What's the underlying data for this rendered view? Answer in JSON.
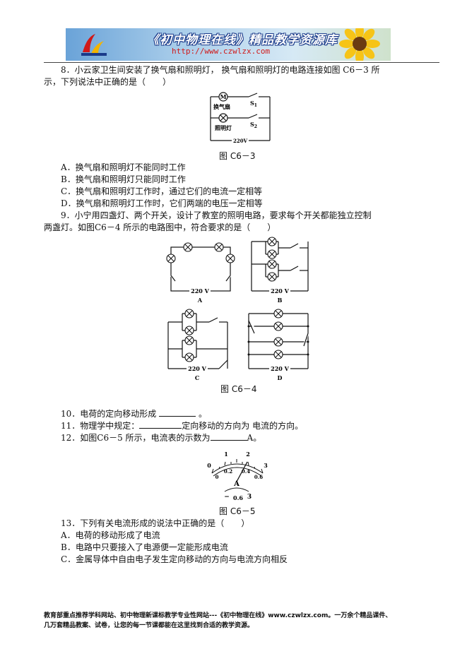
{
  "header": {
    "title": "《初中物理在线》精品教学资源库",
    "url": "http://www.czwlzx.com"
  },
  "q8": {
    "line1": "8．小云家卫生间安装了换气扇和照明灯， 换气扇和照明灯的电路连接如图 C6－3 所",
    "line2": "示，下列说法中正确的是（　　）",
    "fig_labels": {
      "motor": "M",
      "fan": "换气扇",
      "lamp": "照明灯",
      "s1": "S",
      "s1_sub": "1",
      "s2": "S",
      "s2_sub": "2",
      "voltage": "220V"
    },
    "caption": "图 C6－3",
    "options": [
      "A．换气扇和照明灯不能同时工作",
      "B．换气扇和照明灯只能同时工作",
      "C．换气扇和照明灯工作时，通过它们的电流一定相等",
      "D．换气扇和照明灯工作时，它们两端的电压一定相等"
    ]
  },
  "q9": {
    "line1": "9．小宁用四盏灯、两个开关，设计了教室的照明电路，要求每个开关都能独立控制",
    "line2": "两盏灯。如图C6－4 所示的电路图中，符合要求的是（　　）",
    "fig_labels": {
      "a": "A",
      "b": "B",
      "c": "C",
      "d": "D",
      "voltage": "220 V"
    },
    "caption": "图 C6－4"
  },
  "q10": {
    "pre": "10．电荷的定向移动形成",
    "post": "。"
  },
  "q11": {
    "pre": "11．物理学中规定：",
    "post": "定向移动的方向为 电流的方向。"
  },
  "q12": {
    "pre": "12．如图C6－5 所示，电流表的示数为",
    "post": "A。",
    "meter": {
      "upper_scale": [
        "0",
        "1",
        "2",
        "3"
      ],
      "lower_scale": [
        "0.2",
        "0.4",
        "0.6"
      ],
      "lower_zero": "0",
      "unit": "A",
      "terminals": [
        "−",
        "0.6",
        "3"
      ]
    },
    "caption": "图 C6－5"
  },
  "q13": {
    "line1": "13．下列有关电流形成的说法中正确的是（　　）",
    "options": [
      "A．电荷的移动形成了电流",
      "B．电路中只要接入了电源便一定能形成电流",
      "C．金属导体中自由电子发生定向移动的方向与电流方向相反"
    ]
  },
  "footer": {
    "line1": "教育部重点推荐学科网站、初中物理新课标教学专业性网站---《初中物理在线》www.czwlzx.com。一万余个精品课件、",
    "line2": "几万套精品教案、试卷，让您的每一节课都能在这里找到合适的教学资源。"
  }
}
